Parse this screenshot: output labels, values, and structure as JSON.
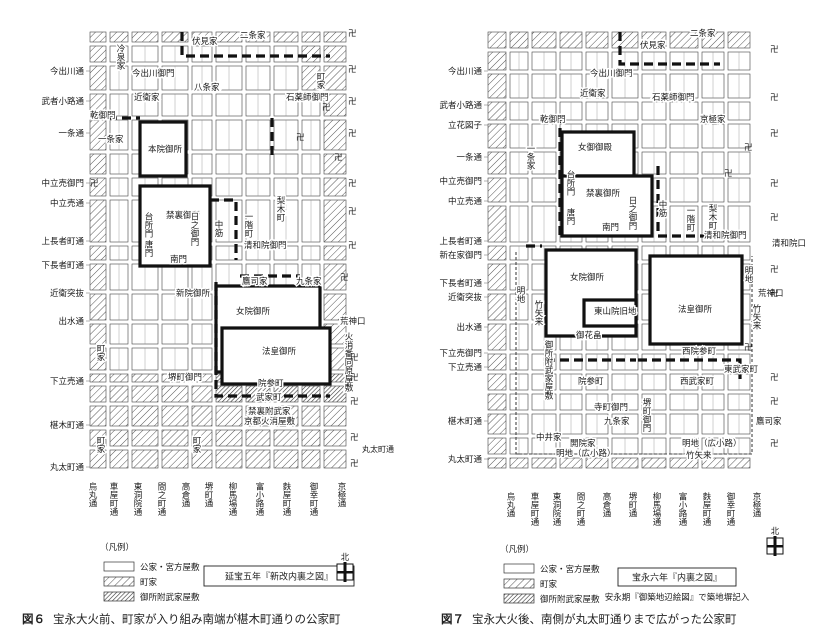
{
  "figures": [
    {
      "id": "fig6",
      "caption_number": "図６",
      "caption_text": "宝永大火前、町家が入り組み南端が椹木町通りの公家町",
      "legend": {
        "title": "（凡例）",
        "items": [
          {
            "label": "公家・宮方屋敷",
            "pattern": "blank"
          },
          {
            "label": "町家",
            "pattern": "hatch"
          },
          {
            "label": "御所附武家屋敷",
            "pattern": "dense"
          }
        ]
      },
      "source_box": "延宝五年『新改内裏之図』",
      "north_label": "北",
      "west_streets": [
        "今出川通",
        "武者小路通",
        "一条通",
        "中立売御門",
        "中立売通",
        "上長者町通",
        "下長者町通",
        "近衛突抜",
        "出水通",
        "下立売通",
        "椹木町通",
        "丸太町通"
      ],
      "south_streets": [
        "烏丸通",
        "車屋町通",
        "東洞院通",
        "間之町通",
        "高倉通",
        "堺町通",
        "柳馬場通",
        "富小路通",
        "麩屋町通",
        "御幸町通",
        "京極通"
      ],
      "labels": [
        "冷泉家",
        "伏見家",
        "二条家",
        "今出川御門",
        "近衛家",
        "八条家",
        "町家",
        "石薬師御門",
        "乾御門",
        "一条家",
        "本院御所",
        "禁裏御所",
        "台所門",
        "唐門",
        "日之御門",
        "南門",
        "中筋",
        "一階町",
        "梨木町",
        "清和院御門",
        "鷹司家",
        "九条家",
        "新院御所",
        "女院御所",
        "法皇御所",
        "荒神口",
        "火消番同原屋敷",
        "町家",
        "堺町御門",
        "院参町",
        "武家町",
        "禁裏附武家",
        "京都火消屋敷",
        "町家",
        "町家",
        "丸太町通"
      ],
      "temple_mark": "卍"
    },
    {
      "id": "fig7",
      "caption_number": "図７",
      "caption_text": "宝永大火後、南側が丸太町通りまで広がった公家町",
      "legend": {
        "title": "（凡例）",
        "items": [
          {
            "label": "公家・宮方屋敷",
            "pattern": "blank"
          },
          {
            "label": "町家",
            "pattern": "hatch"
          },
          {
            "label": "御所附武家屋敷",
            "pattern": "dense"
          }
        ]
      },
      "source_box": "宝永六年『内裏之図』",
      "source_note": "安永期『御築地辺絵図』で築地塀記入",
      "north_label": "北",
      "west_streets": [
        "今出川通",
        "武者小路通",
        "立花図子",
        "一条通",
        "中立売御門",
        "中立売通",
        "上長者町通",
        "新在家御門",
        "下長者町通",
        "近衛突抜",
        "出水通",
        "下立売御門",
        "下立売通",
        "椹木町通",
        "丸太町通"
      ],
      "south_streets": [
        "烏丸通",
        "車屋町通",
        "東洞院通",
        "間之町通",
        "高倉通",
        "堺町通",
        "柳馬場通",
        "富小路通",
        "麩屋町通",
        "御幸町通",
        "京極通"
      ],
      "labels": [
        "二条家",
        "伏見家",
        "今出川御門",
        "近衛家",
        "石薬師御門",
        "乾御門",
        "一条家",
        "京極家",
        "女御御殿",
        "台所門",
        "禁裏御所",
        "唐門",
        "日之御門",
        "南門",
        "中筋",
        "一階町",
        "梨木町",
        "清和院御門",
        "清和院口",
        "女院御所",
        "東山院旧地",
        "法皇御所",
        "荒神口",
        "明地",
        "明地",
        "竹矢来",
        "竹矢来",
        "御所附武家屋敷",
        "御花畠",
        "西院参町",
        "院参町",
        "西武家町",
        "東武家町",
        "寺町御門",
        "九条家",
        "堺町御門",
        "鷹司家",
        "中井家",
        "開院家",
        "明地（広小路）",
        "明地（広小路）",
        "竹矢来",
        "竹矢来"
      ],
      "temple_mark": "卍"
    }
  ]
}
